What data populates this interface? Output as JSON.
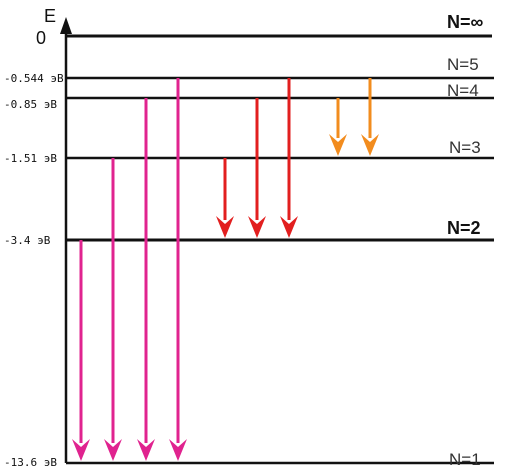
{
  "axis": {
    "label": "E",
    "zero_label": "0"
  },
  "levels": [
    {
      "name": "N=∞",
      "energy_label": ""
    },
    {
      "name": "N=5",
      "energy_label": "-0.544 эВ"
    },
    {
      "name": "N=4",
      "energy_label": "-0.85 эВ"
    },
    {
      "name": "N=3",
      "energy_label": "-1.51 эВ"
    },
    {
      "name": "N=2",
      "energy_label": "-3.4 эВ"
    },
    {
      "name": "N=1",
      "energy_label": "-13.6 эВ"
    }
  ],
  "transitions": [
    {
      "series": "lyman",
      "from": "N=2",
      "to": "N=1",
      "color": "#e0238f"
    },
    {
      "series": "lyman",
      "from": "N=3",
      "to": "N=1",
      "color": "#e0238f"
    },
    {
      "series": "lyman",
      "from": "N=4",
      "to": "N=1",
      "color": "#e0238f"
    },
    {
      "series": "lyman",
      "from": "N=5",
      "to": "N=1",
      "color": "#e0238f"
    },
    {
      "series": "balmer",
      "from": "N=3",
      "to": "N=2",
      "color": "#e21f1f"
    },
    {
      "series": "balmer",
      "from": "N=4",
      "to": "N=2",
      "color": "#e21f1f"
    },
    {
      "series": "balmer",
      "from": "N=5",
      "to": "N=2",
      "color": "#e21f1f"
    },
    {
      "series": "paschen",
      "from": "N=4",
      "to": "N=3",
      "color": "#f28c1e"
    },
    {
      "series": "paschen",
      "from": "N=5",
      "to": "N=3",
      "color": "#f28c1e"
    }
  ]
}
